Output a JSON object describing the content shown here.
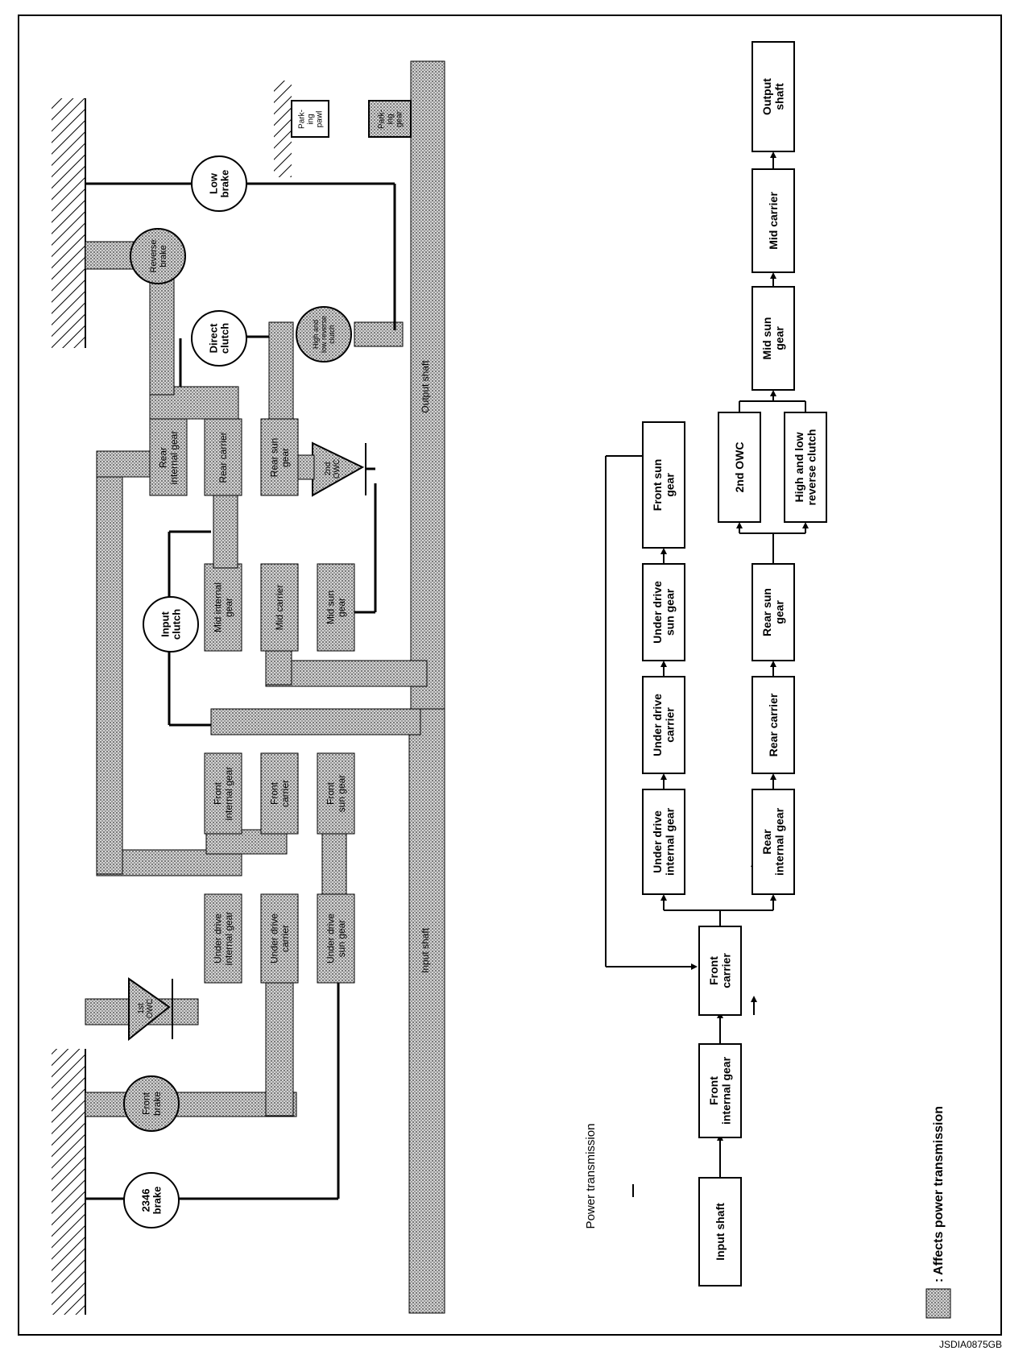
{
  "figure_code": "JSDIA0875GB",
  "diagram_title": "Power transmission",
  "legend_text": ": Affects power transmission",
  "schematic": {
    "input_shaft": "Input shaft",
    "output_shaft": "Output shaft",
    "brake_2346": [
      "2346",
      "brake"
    ],
    "front_brake": [
      "Front",
      "brake"
    ],
    "owc_1st": [
      "1st",
      "OWC"
    ],
    "owc_2nd": [
      "2nd",
      "OWC"
    ],
    "low_brake": [
      "Low",
      "brake"
    ],
    "reverse_brake": [
      "Reverse",
      "brake"
    ],
    "direct_clutch": [
      "Direct",
      "clutch"
    ],
    "input_clutch": [
      "Input",
      "clutch"
    ],
    "hlr_clutch": [
      "High and",
      "low reverse",
      "clutch"
    ],
    "parking_pawl": [
      "Park-",
      "ing",
      "pawl"
    ],
    "parking_gear": [
      "Park-",
      "ing",
      "gear"
    ],
    "ud_internal_gear": [
      "Under drive",
      "internal gear"
    ],
    "ud_carrier": [
      "Under drive",
      "carrier"
    ],
    "ud_sun_gear": [
      "Under drive",
      "sun gear"
    ],
    "front_internal_gear": [
      "Front",
      "internal gear"
    ],
    "front_carrier": [
      "Front",
      "carrier"
    ],
    "front_sun_gear": [
      "Front",
      "sun gear"
    ],
    "mid_internal_gear": [
      "Mid internal",
      "gear"
    ],
    "mid_carrier": [
      "Mid carrier"
    ],
    "mid_sun_gear": [
      "Mid sun",
      "gear"
    ],
    "rear_internal_gear": [
      "Rear",
      "internal gear"
    ],
    "rear_carrier": [
      "Rear carrier"
    ],
    "rear_sun_gear": [
      "Rear sun",
      "gear"
    ]
  },
  "flow_boxes": {
    "input_shaft": [
      "Input shaft"
    ],
    "front_internal_gear": [
      "Front",
      "internal gear"
    ],
    "front_carrier": [
      "Front",
      "carrier"
    ],
    "ud_internal_gear": [
      "Under drive",
      "internal gear"
    ],
    "ud_carrier": [
      "Under drive",
      "carrier"
    ],
    "ud_sun_gear": [
      "Under drive",
      "sun gear"
    ],
    "front_sun_gear": [
      "Front sun",
      "gear"
    ],
    "rear_internal_gear": [
      "Rear",
      "internal gear"
    ],
    "rear_carrier": [
      "Rear carrier"
    ],
    "rear_sun_gear": [
      "Rear sun",
      "gear"
    ],
    "owc_2nd": [
      "2nd OWC"
    ],
    "hlr_clutch": [
      "High and low",
      "reverse clutch"
    ],
    "mid_sun_gear": [
      "Mid sun",
      "gear"
    ],
    "mid_carrier": [
      "Mid carrier"
    ],
    "output_shaft": [
      "Output",
      "shaft"
    ]
  }
}
